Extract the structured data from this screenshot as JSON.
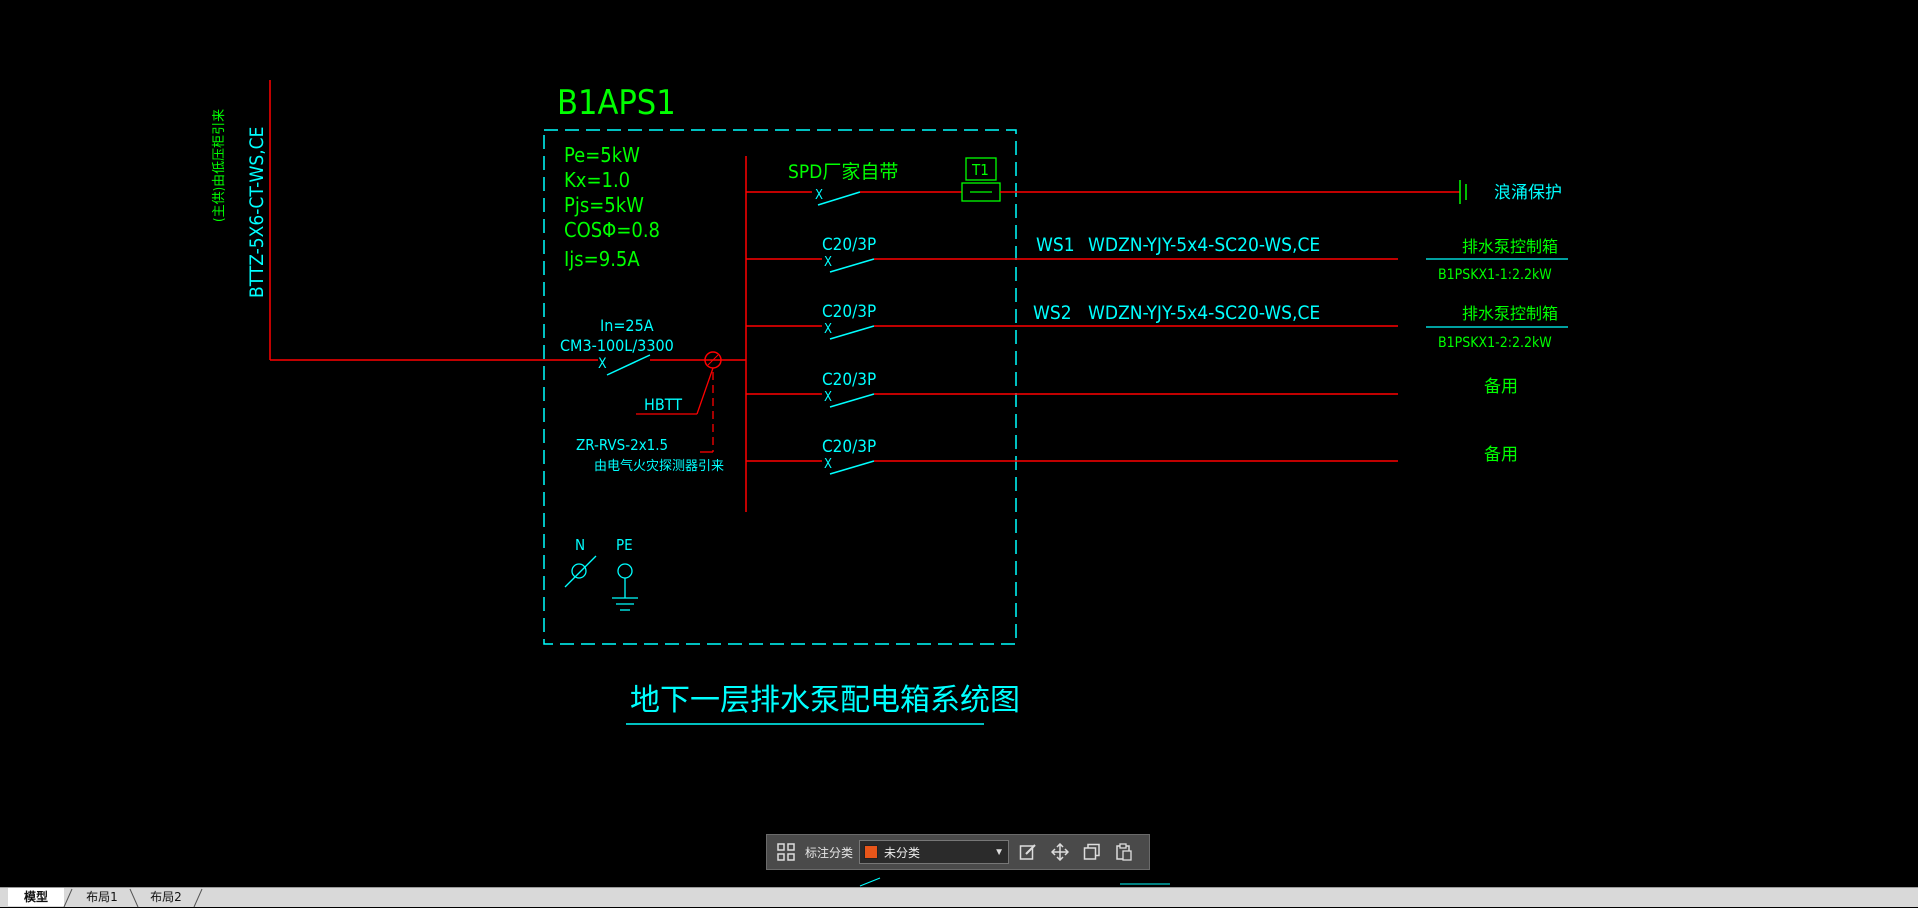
{
  "drawing": {
    "incoming_cable": "BTTZ-5X6-CT-WS,CE",
    "incoming_note": "(主供)由低压柜引来",
    "panel_name": "B1APS1",
    "params": [
      "Pe=5kW",
      "Kx=1.0",
      "Pjs=5kW",
      "COSΦ=0.8",
      "Ijs=9.5A"
    ],
    "main_breaker_rating": "In=25A",
    "main_breaker_model": "CM3-100L/3300",
    "ct_label": "HBTT",
    "fire_cable": "ZR-RVS-2x1.5",
    "fire_note": "由电气火灾探测器引来",
    "spd_label": "SPD厂家自带",
    "spd_tag": "T1",
    "surge_label": "浪涌保护",
    "circuits": [
      {
        "breaker": "C20/3P",
        "id": "WS1",
        "cable": "WDZN-YJY-5x4-SC20-WS,CE",
        "load": "排水泵控制箱",
        "load_sub": "B1PSKX1-1:2.2kW"
      },
      {
        "breaker": "C20/3P",
        "id": "WS2",
        "cable": "WDZN-YJY-5x4-SC20-WS,CE",
        "load": "排水泵控制箱",
        "load_sub": "B1PSKX1-2:2.2kW"
      },
      {
        "breaker": "C20/3P",
        "id": "",
        "cable": "",
        "load": "备用",
        "load_sub": ""
      },
      {
        "breaker": "C20/3P",
        "id": "",
        "cable": "",
        "load": "备用",
        "load_sub": ""
      }
    ],
    "n_label": "N",
    "pe_label": "PE",
    "title": "地下一层排水泵配电箱系统图"
  },
  "toolbar": {
    "label": "标注分类",
    "selected": "未分类"
  },
  "tabs": [
    "模型",
    "布局1",
    "布局2"
  ],
  "colors": {
    "background": "#000000",
    "cyan": "#00ffff",
    "red": "#ff0000",
    "green": "#00ff00",
    "swatch": "#e8561a"
  }
}
